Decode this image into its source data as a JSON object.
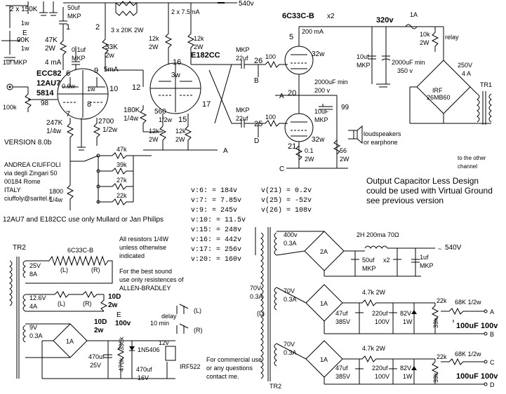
{
  "title_block": {
    "version": "VERSION 8.0b",
    "author": "ANDREA CIUFFOLI",
    "address1": "via degli Zingari 50",
    "address2": "00184 Rome",
    "country": "ITALY",
    "email": "ciuffoly@saritel.it"
  },
  "tubes": {
    "input_type": "ECC82",
    "input_alt": "12AU7",
    "input_alt2": "5814",
    "driver": "E182CC",
    "output": "6C33C-B",
    "output_qty": "x2"
  },
  "notes": {
    "tube_brand": "12AU7 and E182CC use only Mullard or Jan Philips",
    "resistors1": "All resistors 1/4W",
    "resistors2": "unless otherwise",
    "resistors3": "indicated",
    "best1": "For the best sound",
    "best2": "use only resistences of",
    "best3": "ALLEN-BRADLEY",
    "commercial1": "For commercial use",
    "commercial2": "or any questions",
    "commercial3": "contact me.",
    "ocl1": "Output Capacitor Less Design",
    "ocl2": "could be used with Virtual Ground",
    "ocl3": "see previous version",
    "other_channel1": "to the other",
    "other_channel2": "channel",
    "loudspeaker1": "loudspeakers",
    "loudspeaker2": "or earphone"
  },
  "voltages": {
    "v6": "v:6: = 184v",
    "v7": "v:7: = 7.85v",
    "v9": "v:9: = 245v",
    "v10": "v:10: = 11.5v",
    "v15": "v:15: = 248v",
    "v16": "v:16: = 442v",
    "v17": "v:17: = 256v",
    "v20": "v:20: = 160v",
    "v21": "v(21) = 0.2v",
    "v25": "v(25) = -52v",
    "v26": "v(26) = 108v"
  },
  "rails": {
    "b540": "540v",
    "b320": "320v",
    "fuse": "1A",
    "supply_540": "540V",
    "delay1": "delay",
    "delay2": "10 min"
  },
  "labels": {
    "r_150k": "2 x 150K",
    "r_1w": "1w",
    "r_90k": "90K",
    "r_1w2": "1w",
    "e_node": "E",
    "cap_1uf_mkp": "1uf MKP",
    "c_50uf": "50uf",
    "c_mkp": "MKP",
    "node1": "1",
    "node2": "2",
    "r_3x20k": "3 x 20K 2W",
    "r_2x75": "2 x 7.5mA",
    "r_47k": "47K",
    "r_2w": "2W",
    "r_33k": "33K",
    "r_2wb": "2w",
    "c_01uf": "0.1uf",
    "c_mkpb": "MKP",
    "i_4ma": "4 mA",
    "i_5ma": "5mA",
    "r_12k_a": "12k",
    "r_2w_a": "2W",
    "r_12k_b": "12k",
    "r_2w_b": "2W",
    "n6": "6",
    "n7": "7",
    "n8": "8",
    "n9": "9",
    "n10": "10",
    "n12": "12",
    "n16": "16",
    "n17": "17",
    "n15": "15",
    "n5": "5",
    "n20": "20",
    "n21": "21",
    "n26": "26",
    "n25": "25",
    "n99": "99",
    "n98": "98",
    "r_100k": "100k",
    "r_247k": "247K",
    "r_14w": "1/4w",
    "r_2700": "2700",
    "r_12w": "1/2w",
    "r_180k": "180K",
    "r_14w2": "1/4w",
    "r_560": "560",
    "r_12w2": "1/2w",
    "r_12k_c": "12k",
    "r_2w_c": "2W",
    "r_12k_d": "12k",
    "r_2w_d": "2W",
    "c_mkp22": "MKP",
    "c_22uf": "22uf",
    "r_100": "100",
    "c_mkp22b": "MKP",
    "c_22ufb": "22uf",
    "r_100b": "100",
    "nb": "B",
    "nd": "D",
    "na": "A",
    "nc": "C",
    "na2": "A",
    "i_200ma": "200 mA",
    "t_32w": "32w",
    "t_32w2": "32w",
    "c_2000": "2000uF min",
    "c_200v": "200 v",
    "c_10uf": "10uF",
    "c_mkp10": "MKP",
    "c_10ufb": "10uf",
    "c_mkp10b": "MKP",
    "c_2000b": "2000uF min",
    "c_350v": "350 v",
    "r_01": "0.1",
    "r_2wt": "2W",
    "r_56": "56",
    "r_2wt2": "2W",
    "r_10k": "10k",
    "r_2wr": "2W",
    "relay": "relay",
    "irf_v": "250V",
    "irf_a": "4 A",
    "irf1": "IRF",
    "irf2": "26MB60",
    "tr1": "TR1",
    "r_47k_s": "47k",
    "r_39k_s": "39k",
    "r_27k_s": "27k",
    "r_22k_s": "22k",
    "r_1800": "1800",
    "r_14w3": "1/4w",
    "heater_3w": "3w",
    "heater_06w": "0.6w",
    "heater_1w": "1w",
    "tr2": "TR2",
    "s_25v": "25V",
    "s_8a": "8A",
    "s_126": "12.6V",
    "s_4a": "4A",
    "s_9v": "9V",
    "s_03a": "0.3A",
    "s_l": "(L)",
    "s_r": "(R)",
    "s_l2": "(L)",
    "s_r2": "(R)",
    "s_1a": "1A",
    "s_10d": "10D",
    "s_2w": "2w",
    "s_10d2": "10D",
    "s_2w2": "2w",
    "s_e": "E",
    "s_100v": "100v",
    "s_470uf": "470uf",
    "s_25vc": "25V",
    "s_330k": "330k",
    "s_470k": "470k",
    "s_1n": "1N5406",
    "s_470uf2": "470uf",
    "s_16v": "16V",
    "s_12v": "12v",
    "s_irf522": "IRF522",
    "s_l3": "(L)",
    "s_r3": "(R)",
    "p_400v": "400v",
    "p_03a": "0.3A",
    "p_2a": "2A",
    "p_choke": "2H 200ma 70Ω",
    "p_50uf": "50uf",
    "p_mkp": "MKP",
    "p_x2": "x2",
    "p_1uf": "1uf",
    "p_mkp2": "MKP",
    "p_70v": "70V",
    "p_03a2": "0.3A",
    "p_70v2": "70V",
    "p_03a3": "0.3A",
    "p_l": "(L)",
    "p_70v3": "70V",
    "p_03a4": "0.3A",
    "p_1a": "1A",
    "p_1a2": "1A",
    "p_47k": "4.7k 2W",
    "p_47k2": "4.7k 2W",
    "p_47uf": "47uf",
    "p_385v": "385V",
    "p_47uf2": "47uf",
    "p_385v2": "385V",
    "p_220uf": "220uf",
    "p_100v": "100V",
    "p_220uf2": "220uf",
    "p_100v2": "100V",
    "p_82v": "82V",
    "p_1w": "1W",
    "p_82v2": "82V",
    "p_1w2": "1W",
    "p_22k": "22k",
    "p_22k2": "22k",
    "p_39k": "39k",
    "p_39k2": "39k",
    "p_68k": "68K 1/2w",
    "p_68k2": "68K 1/2w",
    "p_100uf": "100uF 100v",
    "p_100uf2": "100uF 100v",
    "p_a": "A",
    "p_b": "B",
    "p_c": "C",
    "p_d": "D",
    "tr2b": "TR2"
  }
}
